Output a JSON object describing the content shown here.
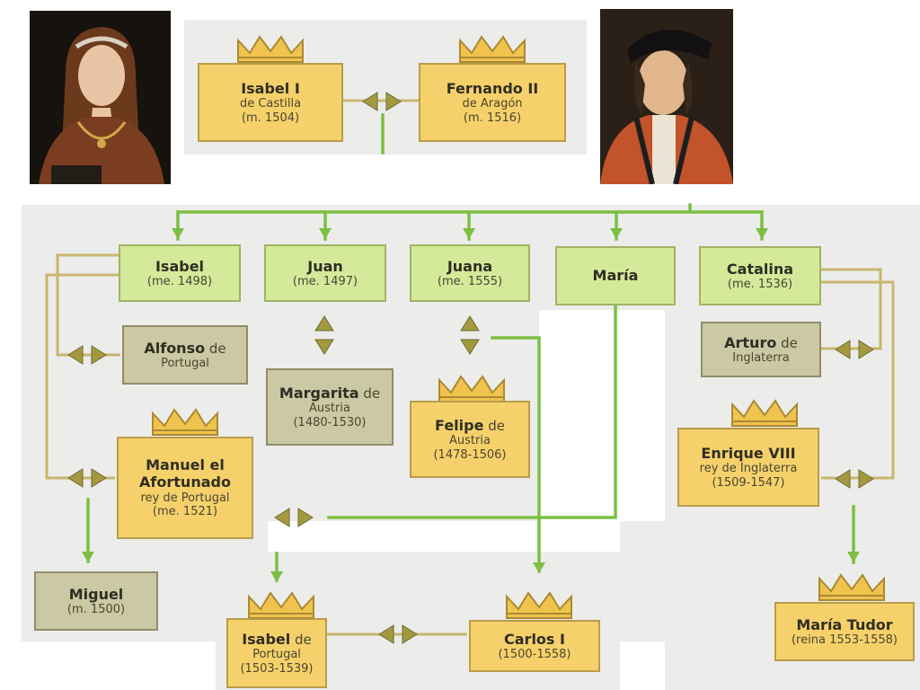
{
  "persons": {
    "isabel_i": {
      "name": "Isabel I",
      "line2": "de Castilla",
      "line3": "(m. 1504)"
    },
    "fernando_ii": {
      "name": "Fernando II",
      "line2": "de Aragón",
      "line3": "(m. 1516)"
    },
    "isabel": {
      "name": "Isabel",
      "line2": "(me. 1498)"
    },
    "juan": {
      "name": "Juan",
      "line2": "(me. 1497)"
    },
    "juana": {
      "name": "Juana",
      "line2": "(me. 1555)"
    },
    "maria": {
      "name": "María"
    },
    "catalina": {
      "name": "Catalina",
      "line2": "(me. 1536)"
    },
    "alfonso": {
      "name": "Alfonso",
      "rest": " de",
      "line2": "Portugal"
    },
    "margarita": {
      "name": "Margarita",
      "rest": " de",
      "line2": "Austria",
      "line3": "(1480-1530)"
    },
    "felipe": {
      "name": "Felipe",
      "rest": " de",
      "line2": "Austria",
      "line3": "(1478-1506)"
    },
    "arturo": {
      "name": "Arturo",
      "rest": " de",
      "line2": "Inglaterra"
    },
    "manuel": {
      "name": "Manuel el",
      "name2": "Afortunado",
      "line2": "rey de Portugal",
      "line3": "(me. 1521)"
    },
    "enrique": {
      "name": "Enrique VIII",
      "line2": "rey de Inglaterra",
      "line3": "(1509-1547)"
    },
    "miguel": {
      "name": "Miguel",
      "line2": "(m. 1500)"
    },
    "isabel_portugal": {
      "name": "Isabel",
      "rest": " de",
      "line2": "Portugal",
      "line3": "(1503-1539)"
    },
    "carlos": {
      "name": "Carlos I",
      "line2": "(1500-1558)"
    },
    "maria_tudor": {
      "name": "María Tudor",
      "line2": "(reina 1553-1558)"
    }
  },
  "colors": {
    "royal": "#f6d16b",
    "child": "#d4e99a",
    "spouse": "#cbc8a4",
    "descent_line": "#7cbf42",
    "marriage_line": "#c8b66e"
  },
  "icons": [
    "crown-icon",
    "marriage-arrows-icon",
    "down-arrow-icon"
  ]
}
